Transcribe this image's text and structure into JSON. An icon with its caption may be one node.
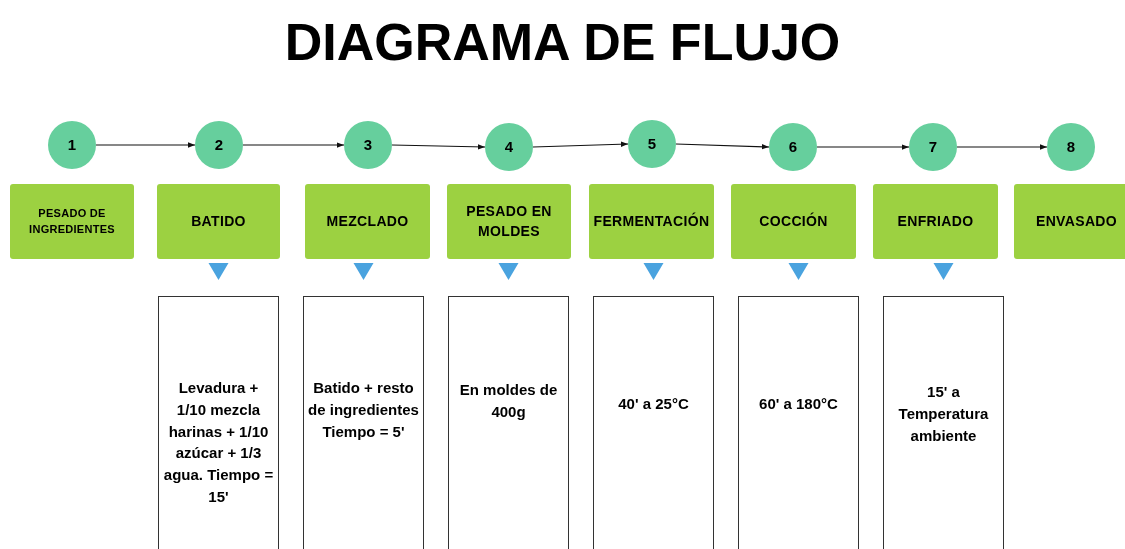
{
  "diagram": {
    "title": "DIAGRAMA DE FLUJO",
    "nodes": [
      {
        "text": [
          "1"
        ]
      },
      {
        "text": [
          "2"
        ]
      },
      {
        "text": [
          "3"
        ]
      },
      {
        "text": [
          "4"
        ]
      },
      {
        "text": [
          "5"
        ]
      },
      {
        "text": [
          "6"
        ]
      },
      {
        "text": [
          "7"
        ]
      },
      {
        "text": [
          "8"
        ]
      },
      {
        "text": [
          "PESADO DE INGREDIENTES"
        ]
      },
      {
        "text": [
          "BATIDO"
        ]
      },
      {
        "text": [
          "MEZCLADO"
        ]
      },
      {
        "text": [
          "PESADO EN MOLDES"
        ]
      },
      {
        "text": [
          "FERMENTACIÓN"
        ]
      },
      {
        "text": [
          "COCCIÓN"
        ]
      },
      {
        "text": [
          "ENFRIADO"
        ]
      },
      {
        "text": [
          "ENVASADO"
        ]
      },
      {
        "text": [
          "Levadura + 1/10 mezcla harinas + 1/10 azúcar + 1/3 agua. Tiempo = 15'"
        ]
      },
      {
        "text": [
          "Batido + resto de ingredientes Tiempo = 5'"
        ]
      },
      {
        "text": [
          "En moldes de 400g"
        ]
      },
      {
        "text": [
          "40' a 25°C"
        ]
      },
      {
        "text": [
          "60' a 180°C"
        ]
      },
      {
        "text": [
          "15' a Temperatura ambiente"
        ]
      }
    ],
    "edges": [
      {
        "from": 0,
        "to": 1,
        "arrow": "to"
      },
      {
        "from": 1,
        "to": 2,
        "arrow": "to"
      },
      {
        "from": 2,
        "to": 3,
        "arrow": "to"
      },
      {
        "from": 3,
        "to": 4,
        "arrow": "to"
      },
      {
        "from": 4,
        "to": 5,
        "arrow": "to"
      },
      {
        "from": 5,
        "to": 6,
        "arrow": "to"
      },
      {
        "from": 6,
        "to": 7,
        "arrow": "to"
      },
      {
        "from": 9,
        "to": 16,
        "arrow": "to",
        "color": "#4aa3df"
      },
      {
        "from": 10,
        "to": 17,
        "arrow": "to",
        "color": "#4aa3df"
      },
      {
        "from": 11,
        "to": 18,
        "arrow": "to",
        "color": "#4aa3df"
      },
      {
        "from": 12,
        "to": 19,
        "arrow": "to",
        "color": "#4aa3df"
      },
      {
        "from": 13,
        "to": 20,
        "arrow": "to",
        "color": "#4aa3df"
      },
      {
        "from": 14,
        "to": 21,
        "arrow": "to",
        "color": "#4aa3df"
      }
    ]
  }
}
